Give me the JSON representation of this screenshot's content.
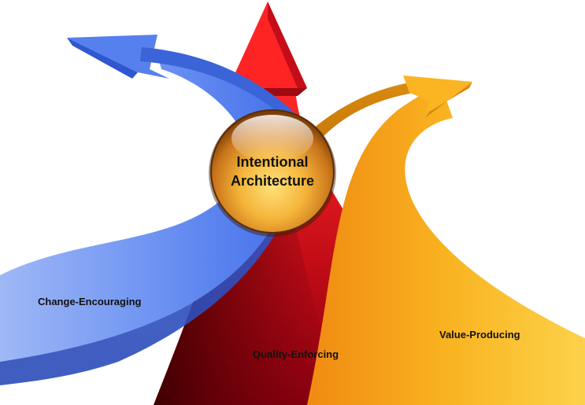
{
  "center": {
    "title_line1": "Intentional",
    "title_line2": "Architecture"
  },
  "arrows": [
    {
      "id": "change",
      "label": "Change-Encouraging",
      "color": "#5b86f0"
    },
    {
      "id": "quality",
      "label": "Quality-Enforcing",
      "color": "#e01b24"
    },
    {
      "id": "value",
      "label": "Value-Producing",
      "color": "#f7a81b"
    }
  ]
}
